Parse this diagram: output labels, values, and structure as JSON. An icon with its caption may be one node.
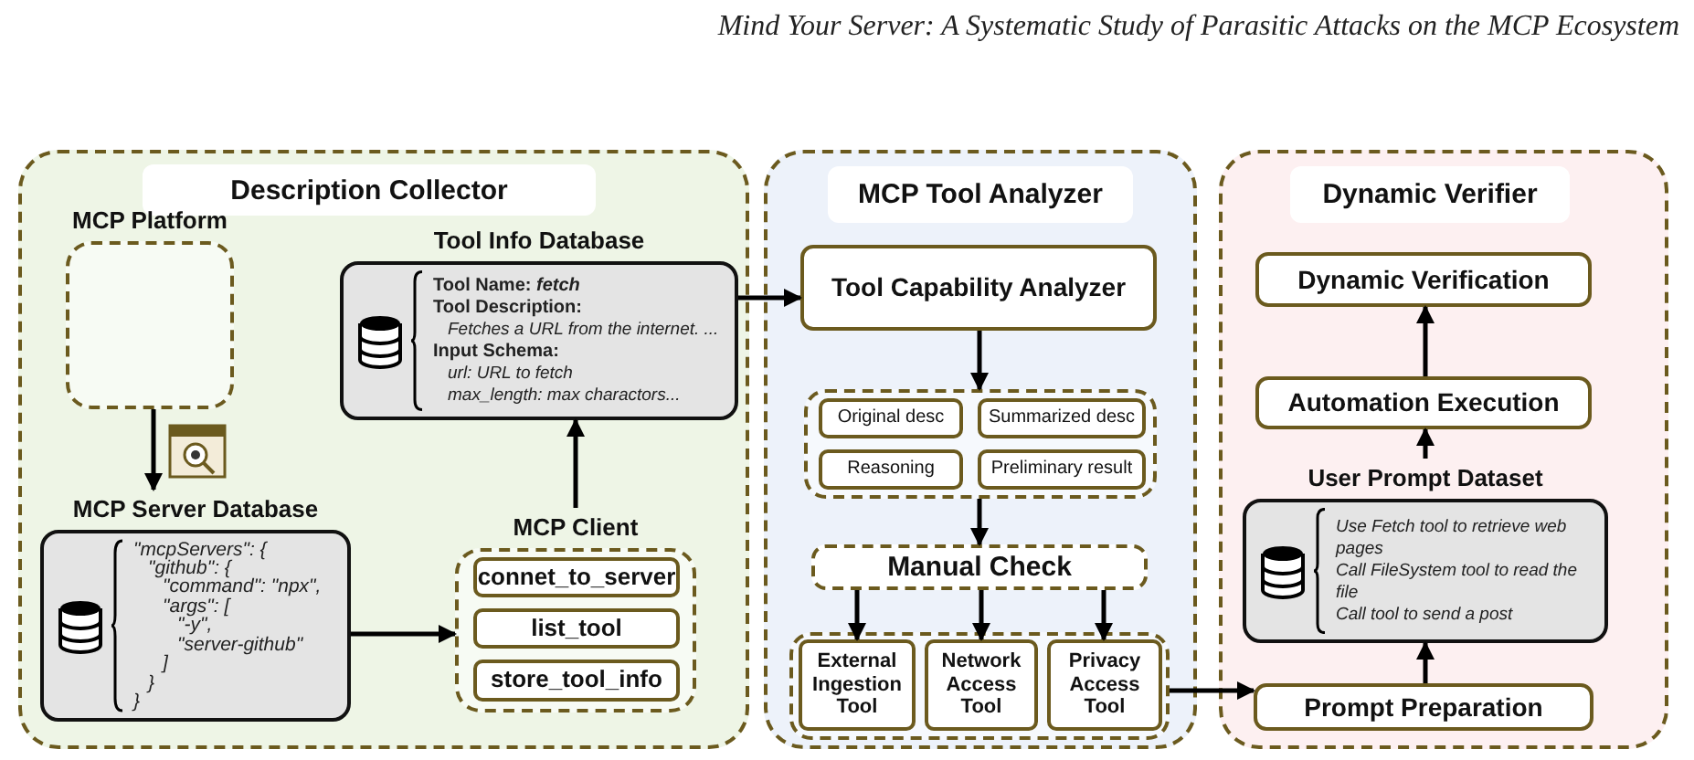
{
  "diagram": {
    "nodes": [
      {
        "text": [
          "Description Collector"
        ]
      },
      {
        "text": [
          "MCP Platform"
        ],
        "in": 0
      },
      {
        "text": [
          "MCP Server Database",
          "\"mcpServers\": {",
          "\"github\": {",
          "\"command\": \"npx\",",
          "\"args\": [",
          "\"-y\",",
          "\"server-github\"",
          "]",
          "}",
          "}"
        ],
        "in": 0
      },
      {
        "text": [
          "Tool Info Database",
          "Tool Name: *fetch*",
          "Tool Description:",
          "Fetches a URL from the internet. ...",
          "Input Schema:",
          "url: URL to fetch",
          "max_length: max charactors..."
        ],
        "in": 0
      },
      {
        "text": [
          "MCP Client"
        ],
        "in": 0
      },
      {
        "text": [
          "connet_to_server"
        ],
        "in": 4
      },
      {
        "text": [
          "list_tool"
        ],
        "in": 4
      },
      {
        "text": [
          "store_tool_info"
        ],
        "in": 4
      },
      {
        "text": [
          "MCP Tool Analyzer"
        ]
      },
      {
        "text": [
          "Tool Capability Analyzer"
        ],
        "in": 8
      },
      {
        "text": [],
        "shape": "box",
        "in": 8
      },
      {
        "text": [
          "Original desc"
        ],
        "in": 10
      },
      {
        "text": [
          "Summarized desc"
        ],
        "in": 10
      },
      {
        "text": [
          "Reasoning"
        ],
        "in": 10
      },
      {
        "text": [
          "Preliminary result"
        ],
        "in": 10
      },
      {
        "text": [
          "Manual Check"
        ],
        "in": 8
      },
      {
        "text": [],
        "shape": "box",
        "in": 8
      },
      {
        "text": [
          "External Ingestion Tool"
        ],
        "in": 16
      },
      {
        "text": [
          "Network Access Tool"
        ],
        "in": 16
      },
      {
        "text": [
          "Privacy Access Tool"
        ],
        "in": 16
      },
      {
        "text": [
          "Dynamic Verifier"
        ]
      },
      {
        "text": [
          "Dynamic Verification"
        ],
        "in": 20
      },
      {
        "text": [
          "Automation Execution"
        ],
        "in": 20
      },
      {
        "text": [
          "User Prompt Dataset",
          "Use Fetch tool to retrieve web pages",
          "Call FileSystem tool to read the file",
          "Call tool to send a post"
        ],
        "in": 20
      },
      {
        "text": [
          "Prompt Preparation"
        ],
        "in": 20
      }
    ],
    "edges": [
      {
        "from": 1,
        "to": 2,
        "arrow": "to"
      },
      {
        "from": 2,
        "to": 4,
        "arrow": "to"
      },
      {
        "from": 4,
        "to": 3,
        "arrow": "to"
      },
      {
        "from": 3,
        "to": 9,
        "arrow": "to"
      },
      {
        "from": 9,
        "to": 10,
        "arrow": "to"
      },
      {
        "from": 10,
        "to": 15,
        "arrow": "to"
      },
      {
        "from": 15,
        "to": 17,
        "arrow": "to"
      },
      {
        "from": 15,
        "to": 18,
        "arrow": "to"
      },
      {
        "from": 15,
        "to": 19,
        "arrow": "to"
      },
      {
        "from": 16,
        "to": 24,
        "arrow": "to"
      },
      {
        "from": 24,
        "to": 23,
        "arrow": "to"
      },
      {
        "from": 23,
        "to": 22,
        "arrow": "to"
      },
      {
        "from": 22,
        "to": 21,
        "arrow": "to"
      }
    ],
    "labels": [
      "Mind Your Server: A Systematic Study of Parasitic Attacks on the MCP Ecosystem"
    ]
  }
}
